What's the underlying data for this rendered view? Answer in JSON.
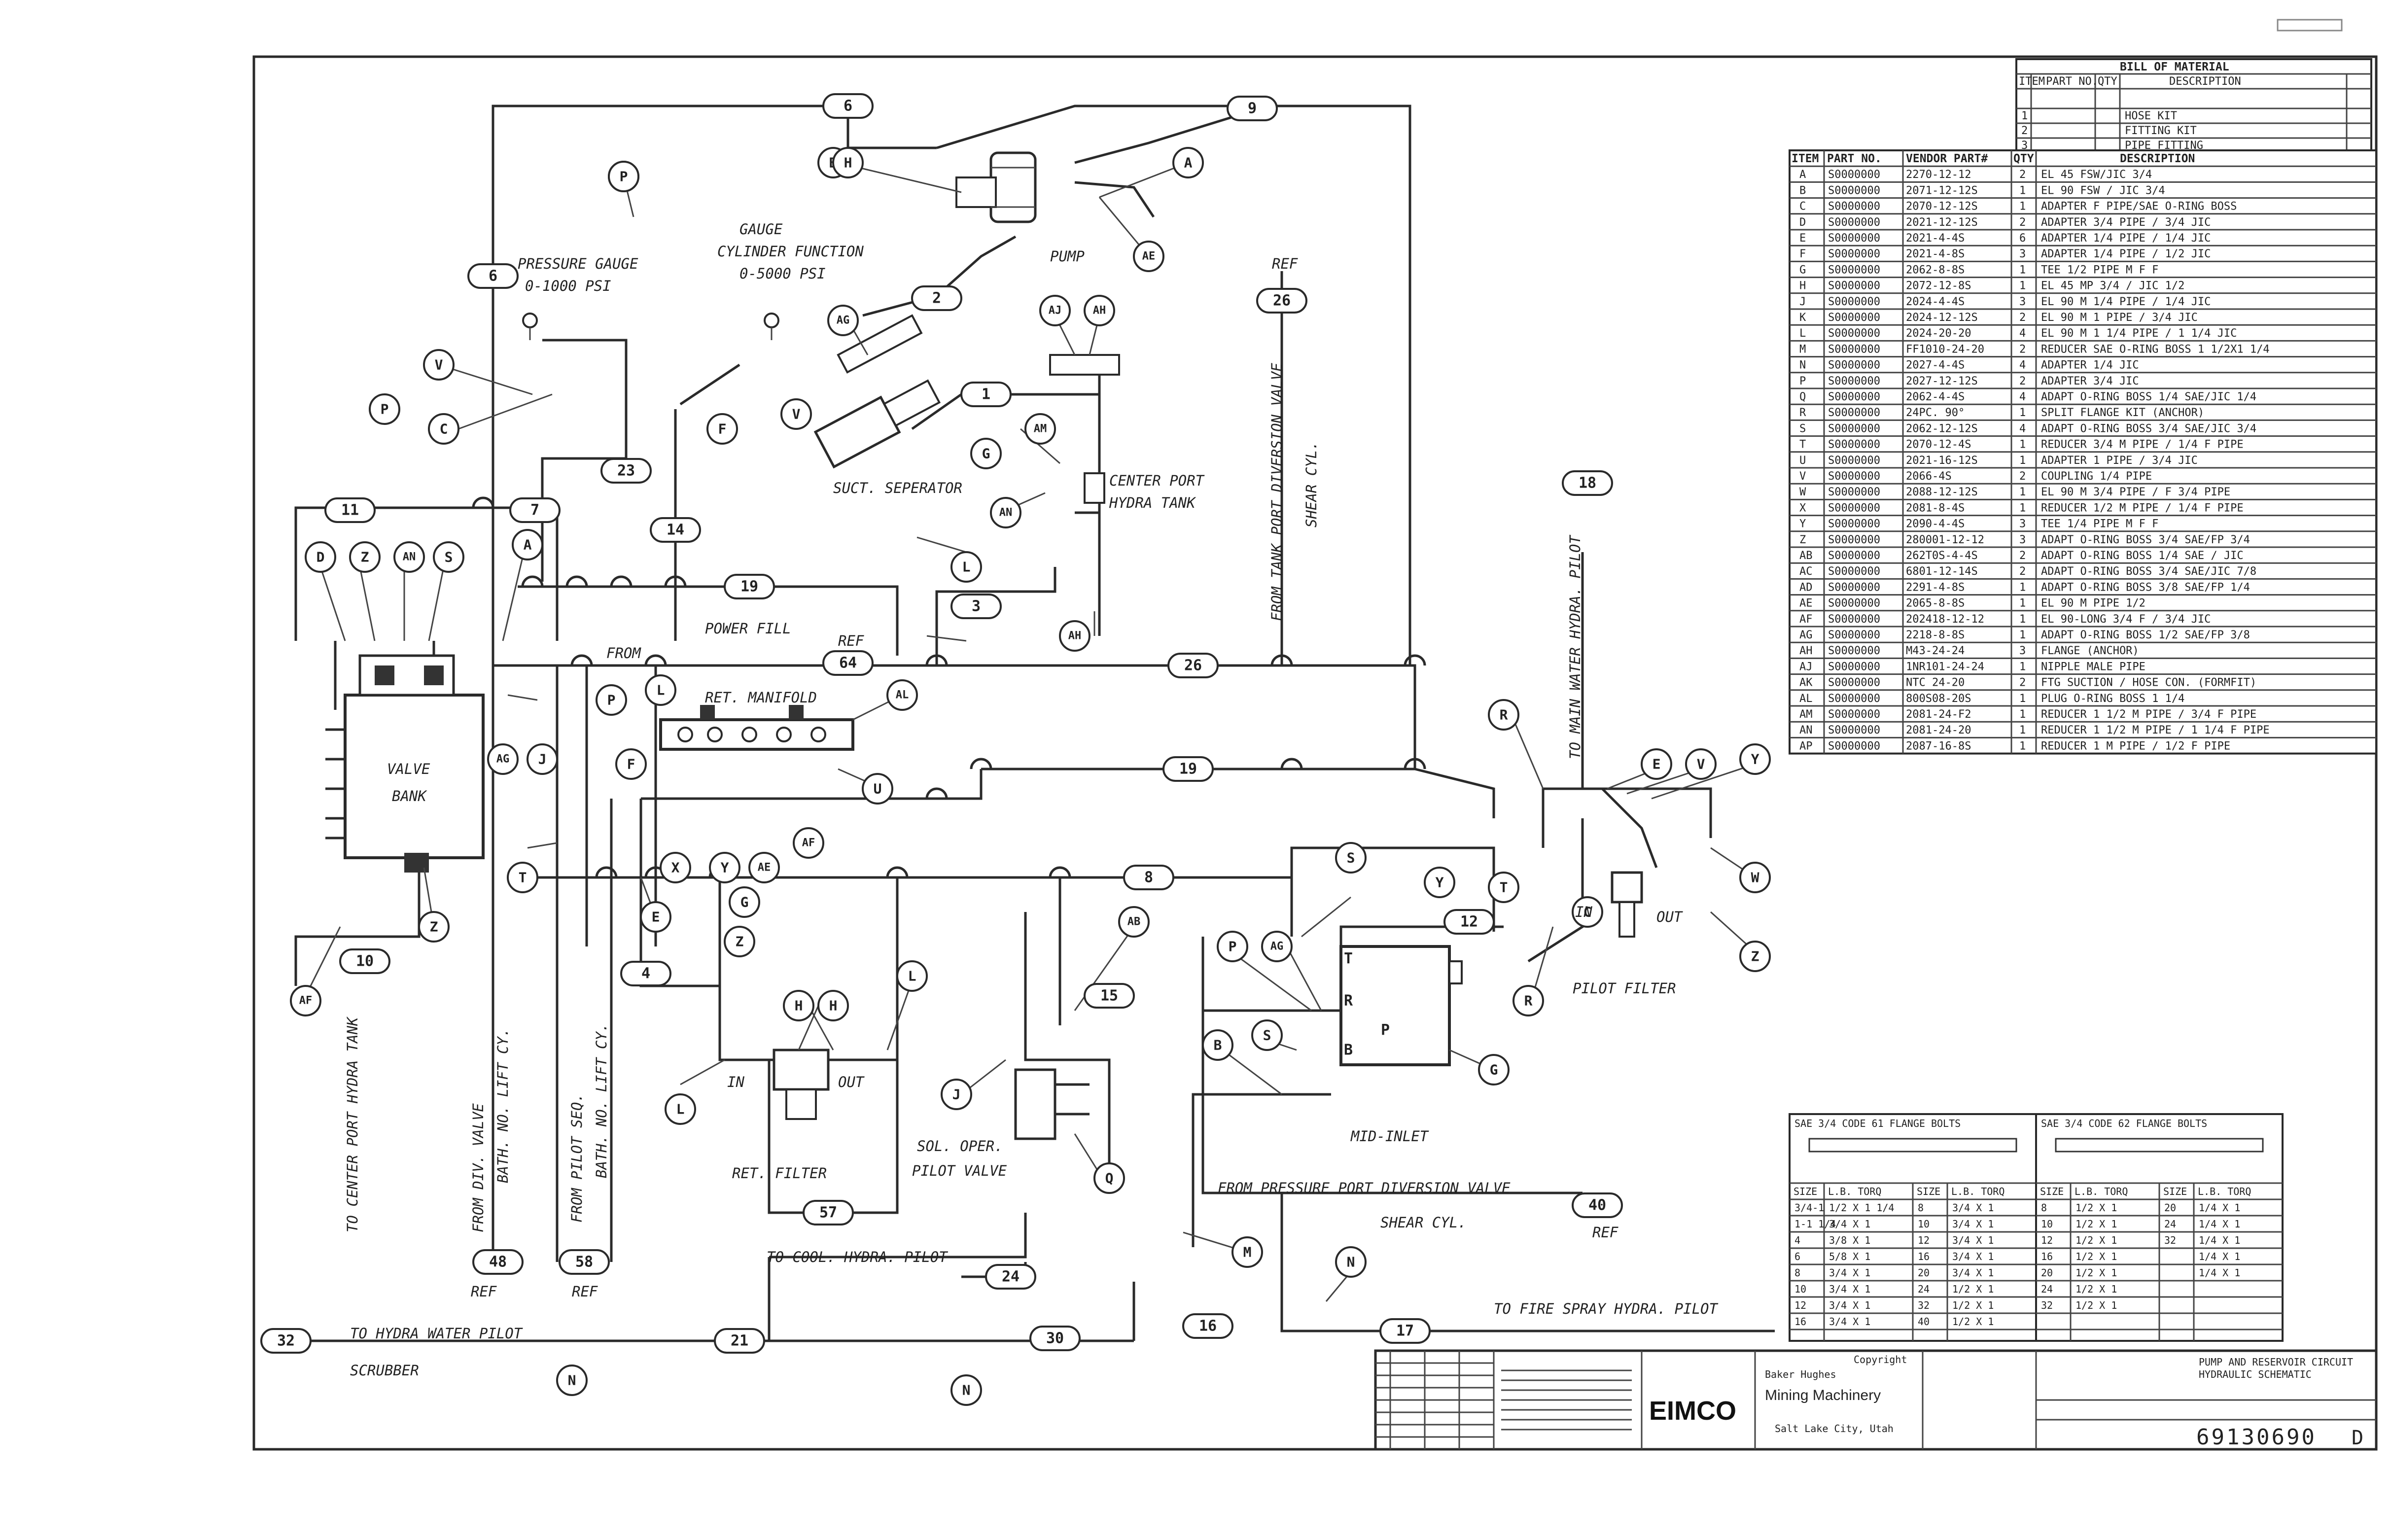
{
  "corner_stamp": "",
  "labels": {
    "pressure_gauge": "PRESSURE GAUGE",
    "pressure_gauge_range": "0-1000 PSI",
    "gauge_cylinder": "GAUGE",
    "gauge_cylinder_function": "CYLINDER FUNCTION",
    "gauge_cylinder_range": "0-5000 PSI",
    "pump": "PUMP",
    "suct_seperator": "SUCT. SEPERATOR",
    "center_port_1": "CENTER PORT",
    "center_port_2": "HYDRA TANK",
    "from_tank_port": "FROM TANK PORT DIVERSION VALVE",
    "shear_cyl": "SHEAR CYL.",
    "to_main_water": "TO MAIN WATER HYDRA. PILOT",
    "power_fill": "POWER FILL",
    "from": "FROM",
    "ret_manifold": "RET. MANIFOLD",
    "valve_bank_1": "VALVE",
    "valve_bank_2": "BANK",
    "ret_filter": "RET. FILTER",
    "in": "IN",
    "out": "OUT",
    "sol_oper": "SOL. OPER.",
    "pilot_valve": "PILOT VALVE",
    "mid_inlet": "MID-INLET",
    "pilot_filter": "PILOT FILTER",
    "from_pressure_port": "FROM PRESSURE PORT DIVERSION VALVE",
    "shear_cyl_2": "SHEAR CYL.",
    "to_cool_hydra": "TO COOL. HYDRA. PILOT",
    "to_fire_spray": "TO FIRE SPRAY HYDRA. PILOT",
    "to_hydra_water": "TO HYDRA WATER PILOT",
    "scrubber": "SCRUBBER",
    "to_center_port": "TO CENTER PORT HYDRA TANK",
    "from_div_valve_1": "FROM DIV. VALVE",
    "from_div_valve_2": "BATH. NO. LIFT CY.",
    "from_pilot_seq_1": "FROM PILOT SEQ.",
    "from_pilot_seq_2": "BATH. NO. LIFT CY.",
    "ref": "REF",
    "port_t": "T",
    "port_r": "R",
    "port_p": "P",
    "port_b": "B"
  },
  "line_numbers": [
    "6",
    "9",
    "6",
    "2",
    "1",
    "26",
    "23",
    "14",
    "11",
    "7",
    "19",
    "64",
    "26",
    "19",
    "18",
    "12",
    "8",
    "15",
    "4",
    "57",
    "10",
    "24",
    "48",
    "58",
    "21",
    "30",
    "32",
    "16",
    "17",
    "40",
    "3"
  ],
  "bom_top": {
    "title": "BILL OF MATERIAL",
    "headers": [
      "ITEM",
      "PART NO.",
      "QTY",
      "DESCRIPTION"
    ],
    "rows": [
      [
        "1",
        "",
        "",
        "HOSE KIT"
      ],
      [
        "2",
        "",
        "",
        "FITTING KIT"
      ],
      [
        "3",
        "",
        "",
        "PIPE FITTING"
      ]
    ]
  },
  "bom": {
    "headers": [
      "ITEM",
      "PART NO.",
      "VENDOR PART#",
      "QTY",
      "DESCRIPTION"
    ],
    "rows": [
      [
        "A",
        "S0000000",
        "2270-12-12",
        "2",
        "EL 45 FSW/JIC 3/4"
      ],
      [
        "B",
        "S0000000",
        "2071-12-12S",
        "1",
        "EL 90 FSW / JIC 3/4"
      ],
      [
        "C",
        "S0000000",
        "2070-12-12S",
        "1",
        "ADAPTER F PIPE/SAE O-RING BOSS"
      ],
      [
        "D",
        "S0000000",
        "2021-12-12S",
        "2",
        "ADAPTER 3/4 PIPE / 3/4 JIC"
      ],
      [
        "E",
        "S0000000",
        "2021-4-4S",
        "6",
        "ADAPTER 1/4 PIPE / 1/4 JIC"
      ],
      [
        "F",
        "S0000000",
        "2021-4-8S",
        "3",
        "ADAPTER 1/4 PIPE / 1/2 JIC"
      ],
      [
        "G",
        "S0000000",
        "2062-8-8S",
        "1",
        "TEE 1/2 PIPE M F F"
      ],
      [
        "H",
        "S0000000",
        "2072-12-8S",
        "1",
        "EL 45 MP 3/4 / JIC 1/2"
      ],
      [
        "J",
        "S0000000",
        "2024-4-4S",
        "3",
        "EL 90 M 1/4 PIPE / 1/4 JIC"
      ],
      [
        "K",
        "S0000000",
        "2024-12-12S",
        "2",
        "EL 90 M 1 PIPE / 3/4 JIC"
      ],
      [
        "L",
        "S0000000",
        "2024-20-20",
        "4",
        "EL 90 M 1 1/4 PIPE / 1 1/4 JIC"
      ],
      [
        "M",
        "S0000000",
        "FF1010-24-20",
        "2",
        "REDUCER SAE O-RING BOSS 1 1/2X1 1/4"
      ],
      [
        "N",
        "S0000000",
        "2027-4-4S",
        "4",
        "ADAPTER 1/4 JIC"
      ],
      [
        "P",
        "S0000000",
        "2027-12-12S",
        "2",
        "ADAPTER 3/4 JIC"
      ],
      [
        "Q",
        "S0000000",
        "2062-4-4S",
        "4",
        "ADAPT O-RING BOSS 1/4 SAE/JIC 1/4"
      ],
      [
        "R",
        "S0000000",
        "24PC. 90°",
        "1",
        "SPLIT FLANGE KIT (ANCHOR)"
      ],
      [
        "S",
        "S0000000",
        "2062-12-12S",
        "4",
        "ADAPT O-RING BOSS 3/4 SAE/JIC 3/4"
      ],
      [
        "T",
        "S0000000",
        "2070-12-4S",
        "1",
        "REDUCER 3/4 M PIPE / 1/4 F PIPE"
      ],
      [
        "U",
        "S0000000",
        "2021-16-12S",
        "1",
        "ADAPTER 1 PIPE / 3/4 JIC"
      ],
      [
        "V",
        "S0000000",
        "2066-4S",
        "2",
        "COUPLING 1/4 PIPE"
      ],
      [
        "W",
        "S0000000",
        "2088-12-12S",
        "1",
        "EL 90 M 3/4 PIPE / F 3/4 PIPE"
      ],
      [
        "X",
        "S0000000",
        "2081-8-4S",
        "1",
        "REDUCER 1/2 M PIPE / 1/4 F PIPE"
      ],
      [
        "Y",
        "S0000000",
        "2090-4-4S",
        "3",
        "TEE 1/4 PIPE M F F"
      ],
      [
        "Z",
        "S0000000",
        "280001-12-12",
        "3",
        "ADAPT O-RING BOSS 3/4 SAE/FP 3/4"
      ],
      [
        "AB",
        "S0000000",
        "262T0S-4-4S",
        "2",
        "ADAPT O-RING BOSS 1/4 SAE / JIC"
      ],
      [
        "AC",
        "S0000000",
        "6801-12-14S",
        "2",
        "ADAPT O-RING BOSS 3/4 SAE/JIC 7/8"
      ],
      [
        "AD",
        "S0000000",
        "2291-4-8S",
        "1",
        "ADAPT O-RING BOSS 3/8 SAE/FP 1/4"
      ],
      [
        "AE",
        "S0000000",
        "2065-8-8S",
        "1",
        "EL 90 M PIPE 1/2"
      ],
      [
        "AF",
        "S0000000",
        "202418-12-12",
        "1",
        "EL 90-LONG 3/4 F / 3/4 JIC"
      ],
      [
        "AG",
        "S0000000",
        "2218-8-8S",
        "1",
        "ADAPT O-RING BOSS 1/2 SAE/FP 3/8"
      ],
      [
        "AH",
        "S0000000",
        "M43-24-24",
        "3",
        "FLANGE (ANCHOR)"
      ],
      [
        "AJ",
        "S0000000",
        "1NR101-24-24",
        "1",
        "NIPPLE MALE PIPE"
      ],
      [
        "AK",
        "S0000000",
        "NTC 24-20",
        "2",
        "FTG SUCTION / HOSE CON. (FORMFIT)"
      ],
      [
        "AL",
        "S0000000",
        "800S08-20S",
        "1",
        "PLUG O-RING BOSS 1 1/4"
      ],
      [
        "AM",
        "S0000000",
        "2081-24-F2",
        "1",
        "REDUCER 1 1/2 M PIPE / 3/4 F PIPE"
      ],
      [
        "AN",
        "S0000000",
        "2081-24-20",
        "1",
        "REDUCER 1 1/2 M PIPE / 1 1/4 F PIPE"
      ],
      [
        "AP",
        "S0000000",
        "2087-16-8S",
        "1",
        "REDUCER 1 M PIPE / 1/2 F PIPE"
      ]
    ]
  },
  "flange_tables": {
    "left_title": "SAE 3/4 CODE 61 FLANGE BOLTS",
    "right_title": "SAE 3/4 CODE 62 FLANGE BOLTS",
    "left_headers": [
      "SIZE",
      "L.B. TORQ",
      "SIZE",
      "L.B. TORQ"
    ],
    "right_headers": [
      "SIZE",
      "L.B. TORQ",
      "SIZE",
      "L.B. TORQ"
    ],
    "left_rows": [
      [
        "3/4-1",
        "1/2 X 1 1/4",
        "8",
        "3/4 X 1"
      ],
      [
        "1-1 1/4",
        "3/4 X 1",
        "10",
        "3/4 X 1"
      ],
      [
        "4",
        "3/8 X 1",
        "12",
        "3/4 X 1"
      ],
      [
        "6",
        "5/8 X 1",
        "16",
        "3/4 X 1"
      ],
      [
        "8",
        "3/4 X 1",
        "20",
        "3/4 X 1"
      ],
      [
        "10",
        "3/4 X 1",
        "24",
        "1/2 X 1"
      ],
      [
        "12",
        "3/4 X 1",
        "32",
        "1/2 X 1"
      ],
      [
        "16",
        "3/4 X 1",
        "40",
        "1/2 X 1"
      ]
    ],
    "right_rows": [
      [
        "8",
        "1/2 X 1",
        "20",
        "1/4 X 1"
      ],
      [
        "10",
        "1/2 X 1",
        "24",
        "1/4 X 1"
      ],
      [
        "12",
        "1/2 X 1",
        "32",
        "1/4 X 1"
      ],
      [
        "16",
        "1/2 X 1",
        "",
        "1/4 X 1"
      ],
      [
        "20",
        "1/2 X 1",
        "",
        "1/4 X 1"
      ],
      [
        "24",
        "1/2 X 1",
        "",
        ""
      ],
      [
        "32",
        "1/2 X 1",
        "",
        ""
      ],
      [
        "",
        "",
        "",
        ""
      ]
    ]
  },
  "title_block": {
    "company": "EIMCO",
    "company_sub1": "Baker Hughes",
    "company_sub2": "Mining Machinery",
    "location": "Salt Lake City, Utah",
    "drawing_number": "69130690",
    "rev": "D",
    "copyright": "Copyright",
    "title_line1": "PUMP AND RESERVOIR CIRCUIT",
    "title_line2": "HYDRAULIC SCHEMATIC"
  }
}
